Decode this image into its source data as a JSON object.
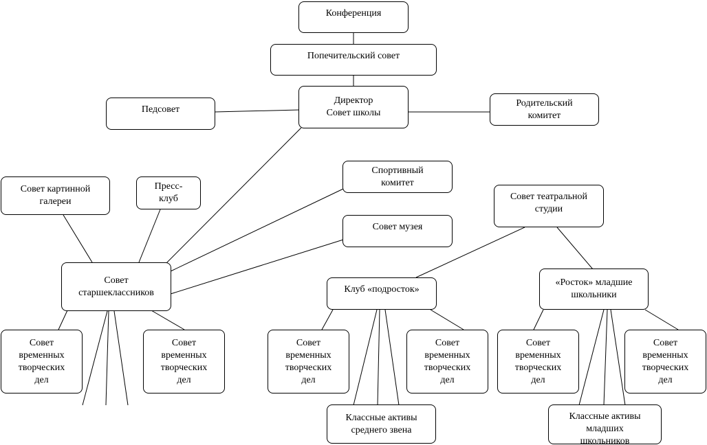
{
  "nodes": {
    "conference": "Конференция",
    "trustees": "Попечительский совет",
    "director": "Директор\nСовет школы",
    "pedsovet": "Педсовет",
    "parents": "Родительский\nкомитет",
    "sports": "Спортивный\nкомитет",
    "gallery": "Совет картинной\nгалереи",
    "press": "Пресс-\nклуб",
    "museum": "Совет музея",
    "theater": "Совет театральной\nстудии",
    "seniors": "Совет\nстаршеклассников",
    "teen_club": "Клуб «подросток»",
    "rostok": "«Росток»  младшие\nшкольники",
    "creative_1": "Совет\nвременных\nтворческих\nдел",
    "creative_2": "Совет\nвременных\nтворческих\nдел",
    "creative_3": "Совет\nвременных\nтворческих\nдел",
    "creative_4": "Совет\nвременных\nтворческих\nдел",
    "creative_5": "Совет\nвременных\nтворческих\nдел",
    "creative_6": "Совет\nвременных\nтворческих\nдел",
    "middle_actives": "Классные активы\nсреднего звена",
    "junior_actives": "Классные активы\nмладших\nшкольников"
  }
}
